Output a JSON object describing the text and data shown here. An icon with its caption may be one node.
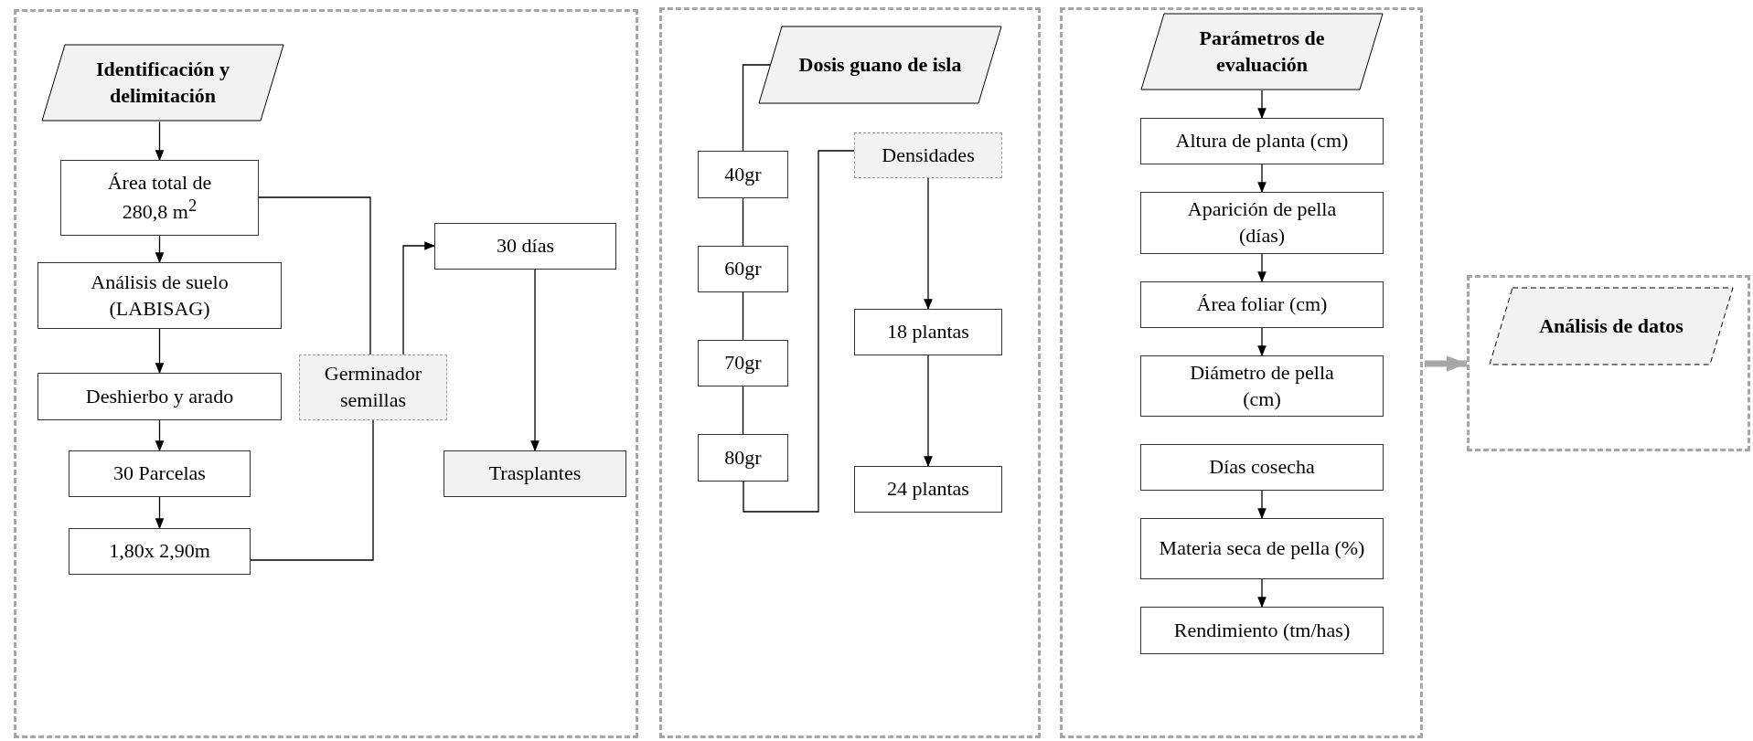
{
  "diagram": {
    "nodes": [
      {
        "text": [],
        "shape": "box"
      },
      {
        "text": [
          "Identificación y delimitación"
        ],
        "in": 0
      },
      {
        "text": [
          "Área total de 280,8 m$^{2}$"
        ],
        "in": 0
      },
      {
        "text": [
          "Análisis de suelo (LABISAG)"
        ],
        "in": 0
      },
      {
        "text": [
          "Deshierbo y arado"
        ],
        "in": 0
      },
      {
        "text": [
          "30 Parcelas"
        ],
        "in": 0
      },
      {
        "text": [
          "1,80x 2,90m"
        ],
        "in": 0
      },
      {
        "text": [
          "Germinador semillas"
        ],
        "in": 0
      },
      {
        "text": [
          "30 días"
        ],
        "in": 0
      },
      {
        "text": [
          "Trasplantes"
        ],
        "in": 0
      },
      {
        "text": [],
        "shape": "box"
      },
      {
        "text": [
          "Dosis guano de isla"
        ],
        "in": 10
      },
      {
        "text": [
          "40gr"
        ],
        "in": 10
      },
      {
        "text": [
          "60gr"
        ],
        "in": 10
      },
      {
        "text": [
          "70gr"
        ],
        "in": 10
      },
      {
        "text": [
          "80gr"
        ],
        "in": 10
      },
      {
        "text": [
          "Densidades"
        ],
        "in": 10
      },
      {
        "text": [
          "18 plantas"
        ],
        "in": 10
      },
      {
        "text": [
          "24 plantas"
        ],
        "in": 10
      },
      {
        "text": [],
        "shape": "box"
      },
      {
        "text": [
          "Parámetros de evaluación"
        ],
        "in": 19
      },
      {
        "text": [
          "Altura de planta (cm)"
        ],
        "in": 19
      },
      {
        "text": [
          "Aparición de pella (días)"
        ],
        "in": 19
      },
      {
        "text": [
          "Área foliar (cm)"
        ],
        "in": 19
      },
      {
        "text": [
          "Diámetro de pella (cm)"
        ],
        "in": 19
      },
      {
        "text": [
          "Días cosecha"
        ],
        "in": 19
      },
      {
        "text": [
          "Materia seca de pella (%)"
        ],
        "in": 19
      },
      {
        "text": [
          "Rendimiento (tm/has)"
        ],
        "in": 19
      },
      {
        "text": [],
        "shape": "box"
      },
      {
        "text": [
          "Análisis de datos"
        ],
        "in": 28
      }
    ],
    "edges": [
      {
        "from": 1,
        "to": 2,
        "arrow": "to"
      },
      {
        "from": 2,
        "to": 3,
        "arrow": "to"
      },
      {
        "from": 3,
        "to": 4,
        "arrow": "to"
      },
      {
        "from": 4,
        "to": 5,
        "arrow": "to"
      },
      {
        "from": 5,
        "to": 6,
        "arrow": "to"
      },
      {
        "from": 2,
        "to": 7,
        "arrow": "none"
      },
      {
        "from": 6,
        "to": 7,
        "arrow": "none"
      },
      {
        "from": 7,
        "to": 8,
        "arrow": "to"
      },
      {
        "from": 8,
        "to": 9,
        "arrow": "to"
      },
      {
        "from": 11,
        "to": 12,
        "arrow": "none"
      },
      {
        "from": 12,
        "to": 13,
        "arrow": "none"
      },
      {
        "from": 13,
        "to": 14,
        "arrow": "none"
      },
      {
        "from": 14,
        "to": 15,
        "arrow": "none"
      },
      {
        "from": 15,
        "to": 16,
        "arrow": "none"
      },
      {
        "from": 16,
        "to": 17,
        "arrow": "to"
      },
      {
        "from": 17,
        "to": 18,
        "arrow": "to"
      },
      {
        "from": 20,
        "to": 21,
        "arrow": "to"
      },
      {
        "from": 21,
        "to": 22,
        "arrow": "to"
      },
      {
        "from": 22,
        "to": 23,
        "arrow": "to"
      },
      {
        "from": 23,
        "to": 24,
        "arrow": "to"
      },
      {
        "from": 25,
        "to": 26,
        "arrow": "to"
      },
      {
        "from": 26,
        "to": 27,
        "arrow": "to"
      },
      {
        "from": 19,
        "to": 28,
        "arrow": "to",
        "style": "thick",
        "color": "#a6a6a6"
      }
    ]
  }
}
